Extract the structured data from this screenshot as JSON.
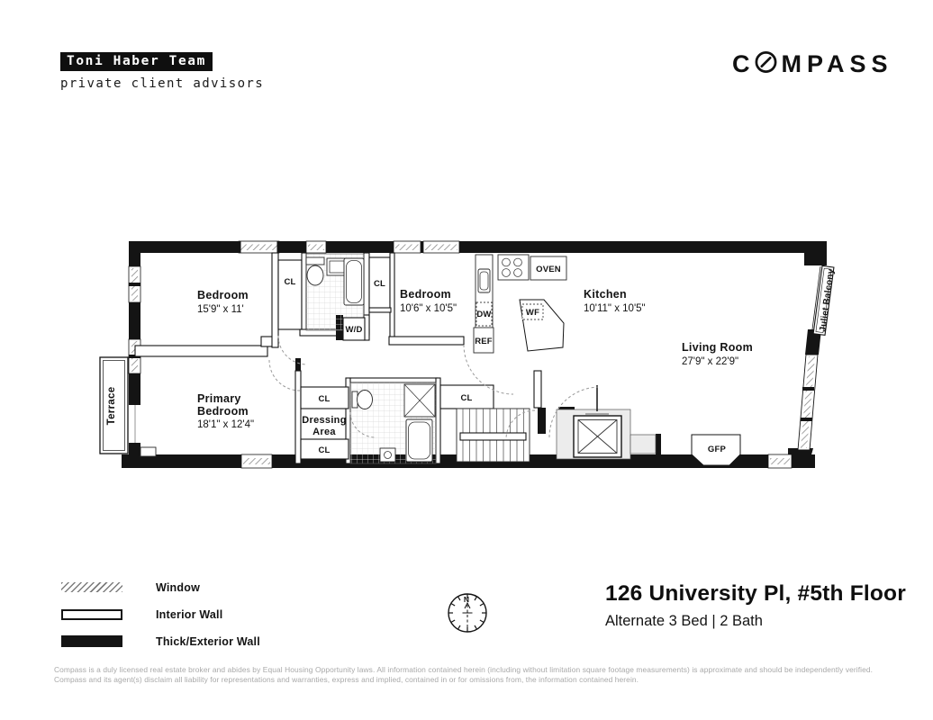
{
  "header": {
    "team_name": "Toni Haber Team",
    "team_tagline": "private client advisors",
    "brand_c": "C",
    "brand_rest": "MPASS"
  },
  "floorplan": {
    "bedroom1": {
      "name": "Bedroom",
      "dims": "15'9\" x 11'"
    },
    "bedroom2": {
      "name": "Bedroom",
      "dims": "10'6\" x 10'5\""
    },
    "kitchen": {
      "name": "Kitchen",
      "dims": "10'11\" x 10'5\""
    },
    "living_room": {
      "name": "Living Room",
      "dims": "27'9\" x 22'9\""
    },
    "primary_bedroom": {
      "name_line1": "Primary",
      "name_line2": "Bedroom",
      "dims": "18'1\" x 12'4\""
    },
    "dressing_area": {
      "line1": "Dressing",
      "line2": "Area"
    },
    "terrace": "Terrace",
    "juliet_balcony": "Juliet Balcony",
    "labels": {
      "closet": "CL",
      "washer_dryer": "W/D",
      "dishwasher": "DW",
      "refrigerator": "REF",
      "oven": "OVEN",
      "wine_fridge": "WF",
      "fireplace": "GFP"
    },
    "compass_rose_north": "N"
  },
  "legend": {
    "window": "Window",
    "interior_wall": "Interior Wall",
    "exterior_wall": "Thick/Exterior Wall"
  },
  "title_block": {
    "address": "126 University Pl, #5th Floor",
    "layout": "Alternate 3 Bed | 2 Bath"
  },
  "disclaimer": "Compass is a duly licensed real estate broker and abides by Equal Housing Opportunity laws. All information contained herein (including without limitation square footage measurements) is approximate and should be independently verified. Compass and its agent(s) disclaim all liability for representations and warranties, express and implied, contained in or for omissions from, the information contained herein."
}
